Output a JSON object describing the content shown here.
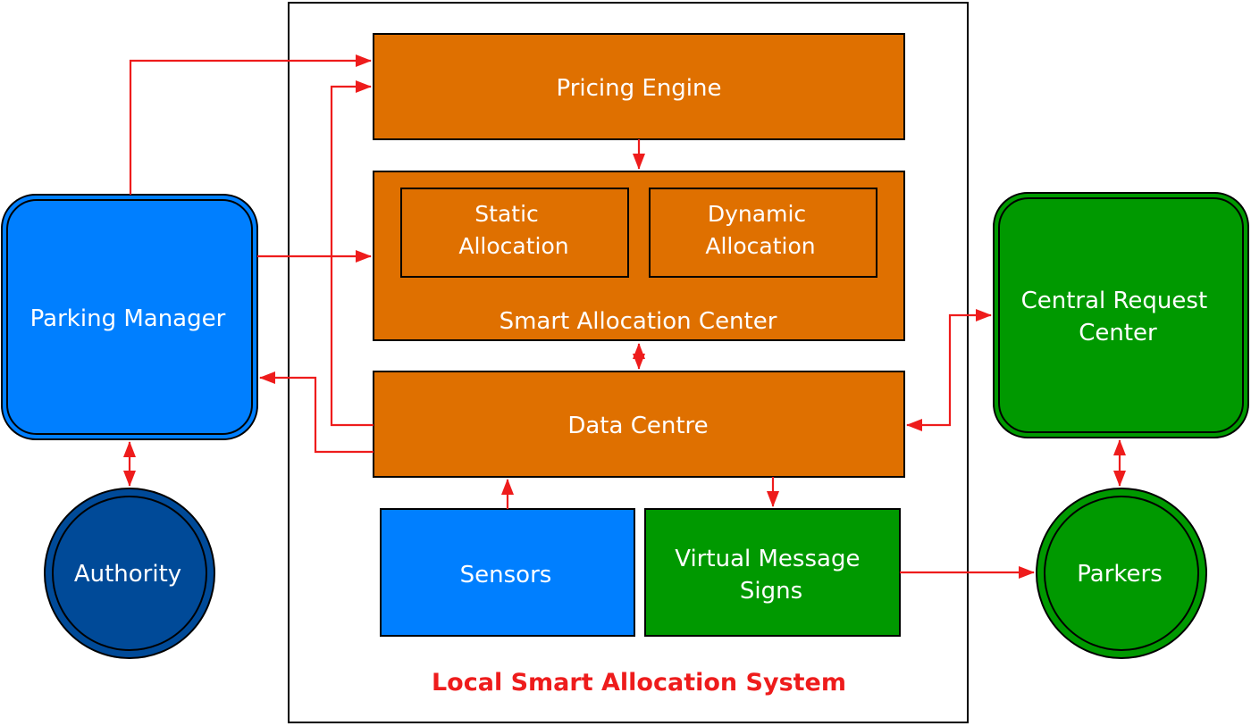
{
  "system": {
    "title": "Local Smart Allocation System"
  },
  "nodes": {
    "pricing_engine": {
      "lines": [
        "Pricing Engine"
      ]
    },
    "smart_allocation_center": {
      "lines": [
        "Smart Allocation Center"
      ]
    },
    "static_allocation": {
      "lines": [
        "Static",
        "Allocation"
      ]
    },
    "dynamic_allocation": {
      "lines": [
        "Dynamic",
        "Allocation"
      ]
    },
    "data_centre": {
      "lines": [
        "Data Centre"
      ]
    },
    "sensors": {
      "lines": [
        "Sensors"
      ]
    },
    "virtual_message_signs": {
      "lines": [
        "Virtual Message",
        "Signs"
      ]
    },
    "parking_manager": {
      "lines": [
        "Parking Manager"
      ]
    },
    "authority": {
      "lines": [
        "Authority"
      ]
    },
    "central_request_center": {
      "lines": [
        "Central Request",
        "Center"
      ]
    },
    "parkers": {
      "lines": [
        "Parkers"
      ]
    }
  },
  "colors": {
    "orange": "#df7000",
    "blue": "#007fff",
    "dark_blue": "#004a98",
    "green": "#009900",
    "arrow": "#ee1c1c"
  }
}
